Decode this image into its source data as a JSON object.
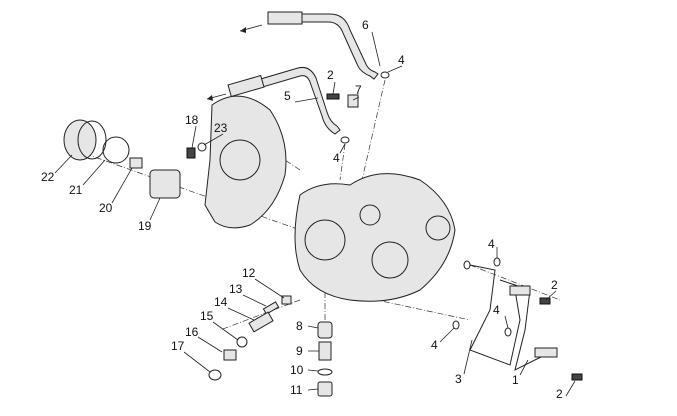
{
  "diagram": {
    "callouts": [
      "6",
      "4",
      "2",
      "7",
      "5",
      "4",
      "18",
      "23",
      "22",
      "21",
      "20",
      "19",
      "4",
      "2",
      "4",
      "4",
      "3",
      "1",
      "2",
      "12",
      "13",
      "14",
      "15",
      "16",
      "17",
      "8",
      "9",
      "10",
      "11"
    ]
  }
}
